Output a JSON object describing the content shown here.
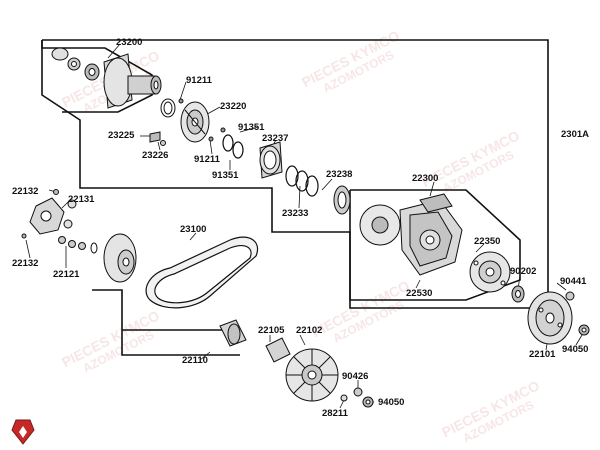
{
  "labels": {
    "p23200": "23200",
    "p91211a": "91211",
    "p23220": "23220",
    "p23225": "23225",
    "p23226": "23226",
    "p91351a": "91351",
    "p91211b": "91211",
    "p91351b": "91351",
    "p23237": "23237",
    "p23238": "23238",
    "p23233": "23233",
    "p2301A": "2301A",
    "p22132a": "22132",
    "p22131": "22131",
    "p22132b": "22132",
    "p22121": "22121",
    "p23100": "23100",
    "p22300": "22300",
    "p22350": "22350",
    "p90202": "90202",
    "p22530": "22530",
    "p90441": "90441",
    "p22101": "22101",
    "p94050a": "94050",
    "p22105": "22105",
    "p22102": "22102",
    "p22110": "22110",
    "p90426": "90426",
    "p28211": "28211",
    "p94050b": "94050"
  },
  "watermark": {
    "line1": "PIECES KYMCO",
    "line2": "AZOMOTORS"
  },
  "colors": {
    "line": "#111111",
    "part_fill": "#d9d9d9",
    "logo_red": "#c62828"
  }
}
